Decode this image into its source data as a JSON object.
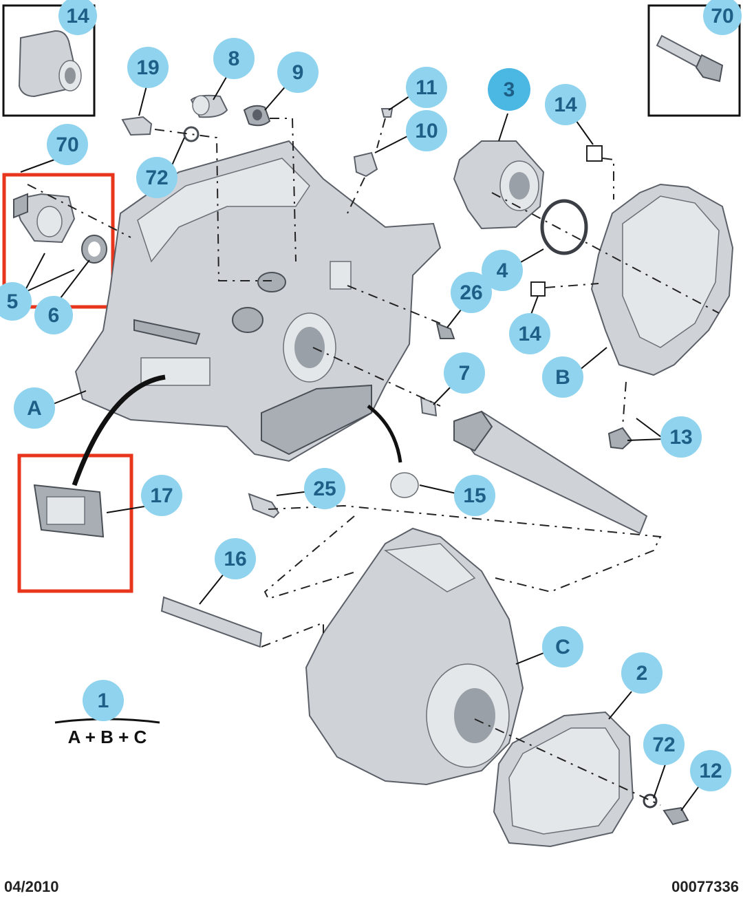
{
  "callouts": {
    "c14_inset": "14",
    "c70_inset": "70",
    "c19": "19",
    "c8": "8",
    "c9": "9",
    "c11": "11",
    "c10": "10",
    "c3": "3",
    "c14_top": "14",
    "c70": "70",
    "c72_top": "72",
    "c5": "5",
    "c6": "6",
    "c4": "4",
    "c26": "26",
    "c14_mid": "14",
    "cA": "A",
    "c7": "7",
    "cB": "B",
    "c13": "13",
    "c17": "17",
    "c25": "25",
    "c15": "15",
    "c16": "16",
    "cC": "C",
    "c2": "2",
    "c1": "1",
    "c72_bottom": "72",
    "c12": "12"
  },
  "formula": "A + B + C",
  "footer": {
    "date": "04/2010",
    "reference": "00077336"
  },
  "colors": {
    "callout_fill": "#8fd3ee",
    "callout_text": "#1d5f86",
    "highlight_box": "#e8361c"
  }
}
